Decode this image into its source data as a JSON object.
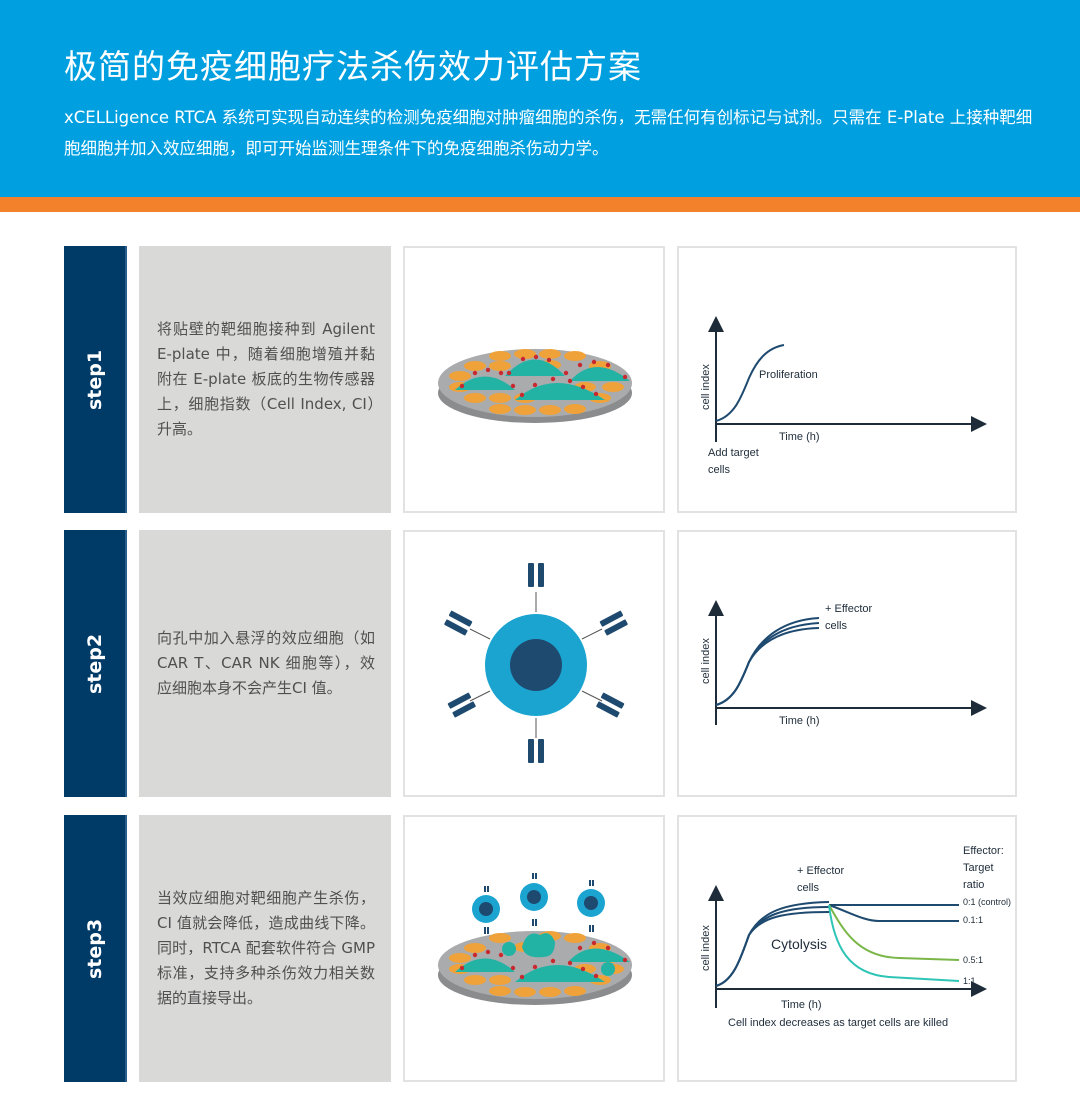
{
  "header": {
    "title": "极简的免疫细胞疗法杀伤效力评估方案",
    "description": "xCELLigence RTCA  系统可实现自动连续的检测免疫细胞对肿瘤细胞的杀伤，无需任何有创标记与试剂。只需在  E-Plate 上接种靶细胞细胞并加入效应细胞，即可开始监测生理条件下的免疫细胞杀伤动力学。"
  },
  "colors": {
    "header_bg": "#00a0e0",
    "accent_band": "#f3812b",
    "step_bg": "#003a66",
    "panel_bg": "#d9d9d8",
    "curve_navy": "#1f4a70",
    "curve_green": "#7ab648",
    "curve_teal": "#2ec4b6"
  },
  "steps": [
    {
      "label": "step1",
      "text": "将贴壁的靶细胞接种到 Agilent E-plate 中，随着细胞增殖并黏附在 E-plate 板底的生物传感器上，细胞指数（Cell Index, CI）升高。",
      "illustration": "e-plate-with-adherent-target-cells"
    },
    {
      "label": "step2",
      "text": "向孔中加入悬浮的效应细胞（如 CAR T、CAR NK 细胞等），效应细胞本身不会产生CI 值。",
      "illustration": "effector-cell-with-receptors"
    },
    {
      "label": "step3",
      "text": "当效应细胞对靶细胞产生杀伤，CI 值就会降低，造成曲线下降。同时，RTCA 配套软件符合 GMP 标准，支持多种杀伤效力相关数据的直接导出。",
      "illustration": "effector-cells-killing-target-cells-on-plate"
    }
  ],
  "chart_data": [
    {
      "type": "line",
      "title": "",
      "xlabel": "Time (h)",
      "ylabel": "cell index",
      "annotations": [
        "Proliferation",
        "Add target cells"
      ],
      "series": [
        {
          "name": "Proliferation",
          "x": [
            0,
            1,
            2,
            3,
            4,
            5
          ],
          "values": [
            0.05,
            0.2,
            0.5,
            0.75,
            0.88,
            0.93
          ]
        }
      ],
      "grid": false
    },
    {
      "type": "line",
      "title": "",
      "xlabel": "Time (h)",
      "ylabel": "cell index",
      "annotations": [
        "+ Effector cells"
      ],
      "series": [
        {
          "name": "curve-1",
          "x": [
            0,
            1,
            2,
            3,
            4,
            5,
            6,
            7,
            8
          ],
          "values": [
            0.05,
            0.2,
            0.45,
            0.68,
            0.82,
            0.89,
            0.92,
            0.93,
            0.93
          ]
        },
        {
          "name": "curve-2",
          "x": [
            0,
            1,
            2,
            3,
            4,
            5,
            6,
            7,
            8
          ],
          "values": [
            0.05,
            0.2,
            0.45,
            0.67,
            0.8,
            0.86,
            0.89,
            0.9,
            0.9
          ]
        },
        {
          "name": "curve-3",
          "x": [
            0,
            1,
            2,
            3,
            4,
            5,
            6,
            7,
            8
          ],
          "values": [
            0.05,
            0.2,
            0.45,
            0.66,
            0.78,
            0.83,
            0.86,
            0.87,
            0.87
          ]
        }
      ],
      "grid": false
    },
    {
      "type": "line",
      "title": "",
      "xlabel": "Time (h)",
      "ylabel": "cell index",
      "caption": "Cell index decreases as target cells are killed",
      "annotations": [
        "+ Effector cells",
        "Cytolysis"
      ],
      "legend_title": "Effector: Target ratio",
      "legend_position": "right",
      "series": [
        {
          "name": "0:1 (control)",
          "values_after_addition": [
            0.9,
            0.9,
            0.9,
            0.9,
            0.9
          ]
        },
        {
          "name": "0.1:1",
          "values_after_addition": [
            0.9,
            0.82,
            0.75,
            0.74,
            0.74
          ]
        },
        {
          "name": "0.5:1",
          "values_after_addition": [
            0.9,
            0.55,
            0.4,
            0.37,
            0.36
          ]
        },
        {
          "name": "1:1",
          "values_after_addition": [
            0.9,
            0.35,
            0.2,
            0.15,
            0.12
          ]
        }
      ],
      "grid": false
    }
  ],
  "charts": {
    "c1": {
      "ylabel": "cell index",
      "xlabel": "Time (h)",
      "annotation": "Proliferation",
      "note_line1": "Add target",
      "note_line2": "cells"
    },
    "c2": {
      "ylabel": "cell index",
      "xlabel": "Time (h)",
      "annotation_line1": "+ Effector",
      "annotation_line2": "cells"
    },
    "c3": {
      "ylabel": "cell index",
      "xlabel": "Time (h)",
      "annotation_line1": "+ Effector",
      "annotation_line2": "cells",
      "cytolysis": "Cytolysis",
      "legend_title_1": "Effector:",
      "legend_title_2": "Target",
      "legend_title_3": "ratio",
      "legend": [
        "0:1 (control)",
        "0.1:1",
        "0.5:1",
        "1:1"
      ],
      "caption": "Cell index decreases as target cells are killed"
    }
  }
}
